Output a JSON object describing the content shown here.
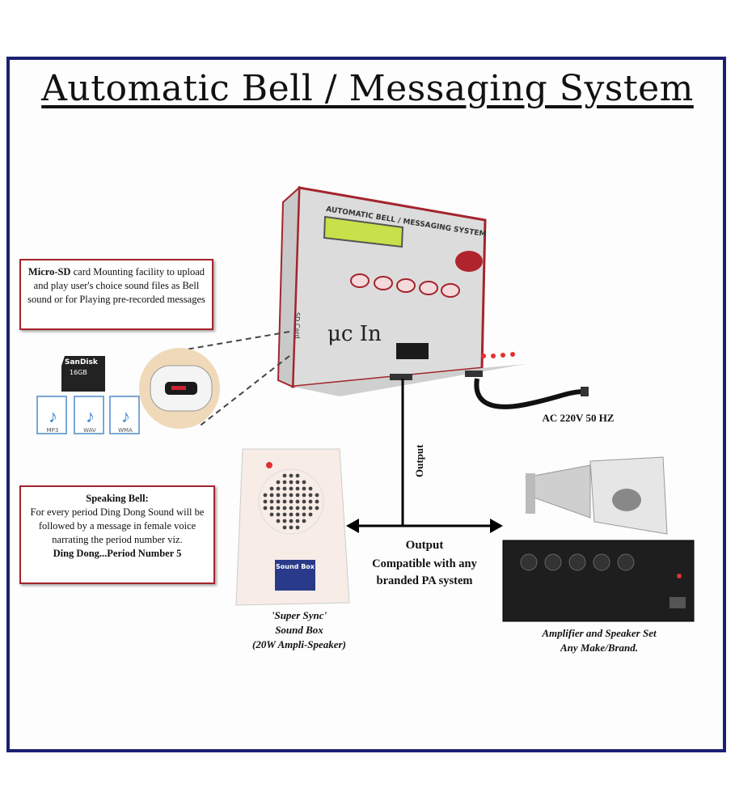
{
  "title": "Automatic Bell / Messaging System",
  "sd_callout": {
    "bold": "Micro-SD",
    "text": " card Mounting facility to upload and play user's choice sound files as Bell sound or for Playing pre-recorded messages"
  },
  "speaking_callout": {
    "heading": "Speaking Bell:",
    "text": "For every period Ding Dong Sound will be followed by a message in female voice narrating the period number viz.",
    "example": "Ding Dong...Period Number 5"
  },
  "device": {
    "header": "AUTOMATIC BELL / MESSAGING SYSTEM",
    "logo": "μc In",
    "sd_slot_label": "SD Card"
  },
  "sd_card": {
    "brand": "SanDisk",
    "capacity": "16GB"
  },
  "file_icons": [
    "MP3",
    "WAV",
    "WMA"
  ],
  "power_label": "AC 220V 50 HZ",
  "output_vertical": "Output",
  "output_label": "Output",
  "compatibility": "Compatible with any branded PA system",
  "sound_box": {
    "panel_label": "Sound Box",
    "caption_line1": "'Super Sync'",
    "caption_line2": "Sound Box",
    "caption_line3": "(20W Ampli-Speaker)"
  },
  "amplifier": {
    "caption_line1": "Amplifier and Speaker Set",
    "caption_line2": "Any Make/Brand."
  },
  "colors": {
    "frame": "#1b2170",
    "callout_border": "#a3242c",
    "device_accent": "#b0242e",
    "lcd": "#c8e04a"
  }
}
